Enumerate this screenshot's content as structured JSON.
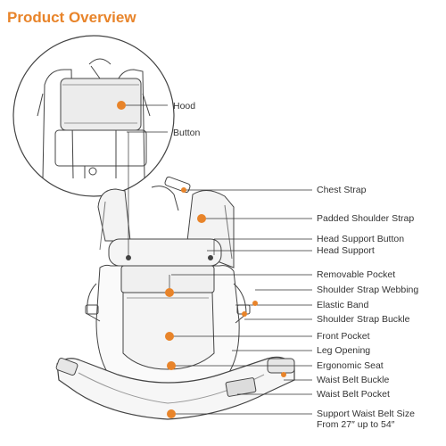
{
  "title": "Product Overview",
  "accent_color": "#e8842a",
  "line_color": "#333333",
  "labels": {
    "hood": "Hood",
    "button": "Button",
    "chest_strap": "Chest Strap",
    "padded_shoulder_strap": "Padded Shoulder Strap",
    "head_support_button": "Head Support Button",
    "head_support": "Head Support",
    "removable_pocket": "Removable Pocket",
    "shoulder_strap_webbing": "Shoulder Strap Webbing",
    "elastic_band": "Elastic Band",
    "shoulder_strap_buckle": "Shoulder Strap Buckle",
    "front_pocket": "Front Pocket",
    "leg_opening": "Leg Opening",
    "ergonomic_seat": "Ergonomic Seat",
    "waist_belt_buckle": "Waist Belt Buckle",
    "waist_belt_pocket": "Waist Belt Pocket",
    "support_waist_belt_size_line1": "Support Waist Belt Size",
    "support_waist_belt_size_line2": "From 27″ up to 54″"
  }
}
